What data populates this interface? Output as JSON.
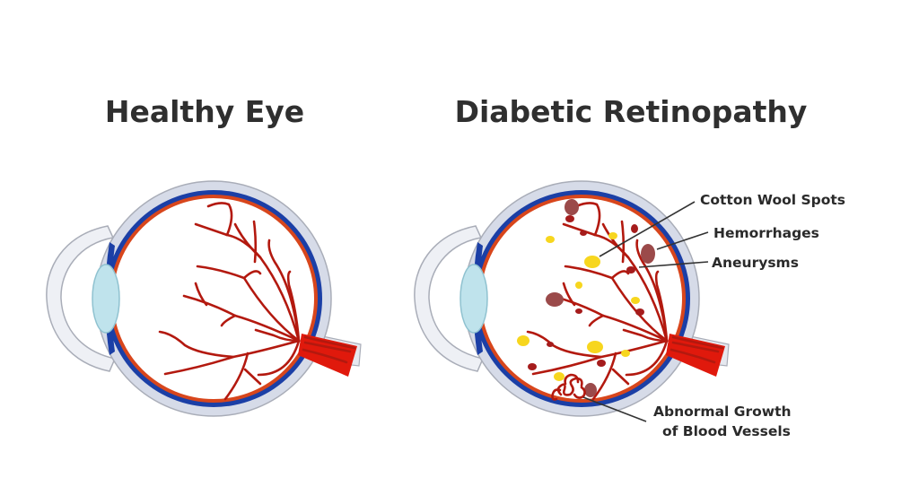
{
  "titles": {
    "healthy": "Healthy Eye",
    "diabetic": "Diabetic Retinopathy"
  },
  "labels": {
    "cotton_wool": "Cotton Wool Spots",
    "hemorrhages": "Hemorrhages",
    "aneurysms": "Aneurysms",
    "abnormal_line1": "Abnormal Growth",
    "abnormal_line2": "of Blood Vessels"
  },
  "colors": {
    "sclera": "#d6dbe8",
    "choroid": "#1b3fa6",
    "retina": "#d8461c",
    "vessel": "#b3190f",
    "lens": "#bfe3ec",
    "hemorrhage": "#9b4a4a",
    "aneurysm": "#a51c1c",
    "cotton_wool": "#f7d61e"
  }
}
